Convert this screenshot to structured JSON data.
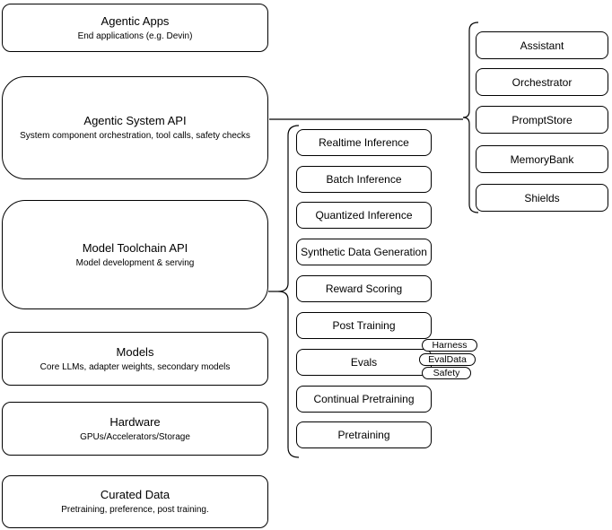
{
  "diagram": {
    "colors": {
      "background": "#ffffff",
      "stroke": "#000000",
      "node_fill": "#ffffff"
    },
    "left_stack": [
      {
        "title": "Agentic Apps",
        "subtitle": "End applications (e.g. Devin)"
      },
      {
        "title": "Agentic System API",
        "subtitle": "System component orchestration, tool calls, safety checks"
      },
      {
        "title": "Model Toolchain API",
        "subtitle": "Model development & serving"
      },
      {
        "title": "Models",
        "subtitle": "Core LLMs, adapter weights, secondary models"
      },
      {
        "title": "Hardware",
        "subtitle": "GPUs/Accelerators/Storage"
      },
      {
        "title": "Curated Data",
        "subtitle": "Pretraining, preference, post training."
      }
    ],
    "toolchain_items": [
      {
        "label": "Realtime Inference"
      },
      {
        "label": "Batch Inference"
      },
      {
        "label": "Quantized Inference"
      },
      {
        "label": "Synthetic Data Generation"
      },
      {
        "label": "Reward Scoring"
      },
      {
        "label": "Post Training"
      },
      {
        "label": "Evals"
      },
      {
        "label": "Continual Pretraining"
      },
      {
        "label": "Pretraining"
      }
    ],
    "eval_tags": [
      {
        "label": "Harness"
      },
      {
        "label": "EvalData"
      },
      {
        "label": "Safety"
      }
    ],
    "system_items": [
      {
        "label": "Assistant"
      },
      {
        "label": "Orchestrator"
      },
      {
        "label": "PromptStore"
      },
      {
        "label": "MemoryBank"
      },
      {
        "label": "Shields"
      }
    ]
  }
}
